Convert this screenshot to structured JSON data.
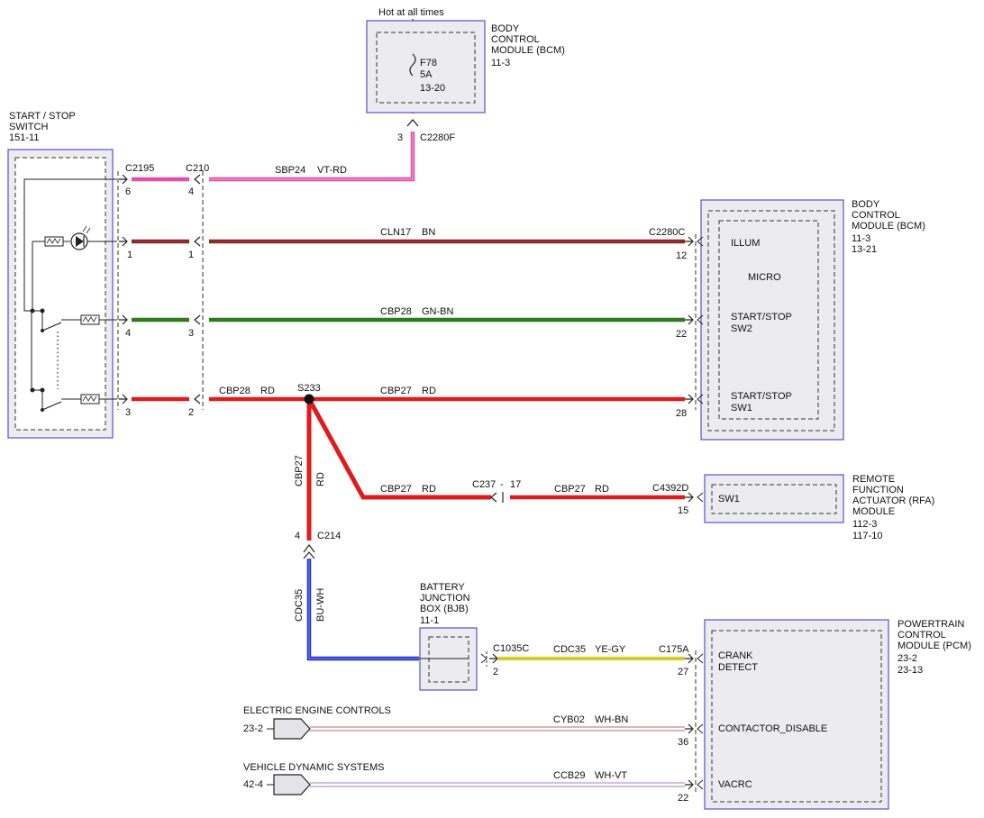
{
  "supply": {
    "label": "Hot at all times"
  },
  "bcm_top": {
    "lines": [
      "BODY",
      "CONTROL",
      "MODULE (BCM)",
      "11-3"
    ],
    "fuse": [
      "F78",
      "5A",
      "13-20"
    ],
    "pin": "3",
    "connector": "C2280F"
  },
  "switch": {
    "lines": [
      "START / STOP",
      "SWITCH",
      "151-11"
    ]
  },
  "bcm_right": {
    "lines": [
      "BODY",
      "CONTROL",
      "MODULE (BCM)",
      "11-3",
      "13-21"
    ],
    "illum": "ILLUM",
    "micro": "MICRO",
    "sw2": [
      "START/STOP",
      "SW2"
    ],
    "sw1": [
      "START/STOP",
      "SW1"
    ]
  },
  "rfa": {
    "lines": [
      "REMOTE",
      "FUNCTION",
      "ACTUATOR (RFA)",
      "MODULE",
      "112-3",
      "117-10"
    ],
    "pin_label": "SW1"
  },
  "bjb": {
    "lines": [
      "BATTERY",
      "JUNCTION",
      "BOX (BJB)",
      "11-1"
    ]
  },
  "pcm": {
    "lines": [
      "POWERTRAIN",
      "CONTROL",
      "MODULE (PCM)",
      "23-2",
      "23-13"
    ],
    "crank": [
      "CRANK",
      "DETECT"
    ],
    "contactor": "CONTACTOR_DISABLE",
    "vacrc": "VACRC"
  },
  "connectors": {
    "c2195": "C2195",
    "c210": "C210",
    "c2280c": "C2280C",
    "s233": "S233",
    "c237": "C237",
    "c237_sep": "-",
    "c237_pin": "17",
    "c4392d": "C4392D",
    "c214": "C214",
    "c1035c": "C1035C",
    "c175a": "C175A"
  },
  "pins": {
    "sw_6": "6",
    "c210_4": "4",
    "sw_1": "1",
    "c210_1": "1",
    "bcm_12": "12",
    "sw_4": "4",
    "c210_3": "3",
    "bcm_22": "22",
    "sw_3": "3",
    "c210_2": "2",
    "bcm_28": "28",
    "rfa_15": "15",
    "c214_4": "4",
    "c1035c_2": "2",
    "pcm_27": "27",
    "pcm_36": "36",
    "pcm_22": "22"
  },
  "wires": {
    "sbp24": {
      "circuit": "SBP24",
      "color_code": "VT-RD",
      "hex": "#e34fa8"
    },
    "cln17": {
      "circuit": "CLN17",
      "color_code": "BN",
      "hex": "#8b2b2b"
    },
    "cbp28_gn": {
      "circuit": "CBP28",
      "color_code": "GN-BN",
      "hex": "#2f7a1f"
    },
    "cbp28_rd": {
      "circuit": "CBP28",
      "color_code": "RD",
      "hex": "#e01b1b"
    },
    "cbp27_bcm": {
      "circuit": "CBP27",
      "color_code": "RD"
    },
    "cbp27_vert": {
      "circuit": "CBP27",
      "color_code": "RD"
    },
    "cbp27_rfa1": {
      "circuit": "CBP27",
      "color_code": "RD"
    },
    "cbp27_rfa2": {
      "circuit": "CBP27",
      "color_code": "RD"
    },
    "cdc35_vert": {
      "circuit": "CDC35",
      "color_code": "BU-WH",
      "hex": "#1f2fd0"
    },
    "cdc35_h": {
      "circuit": "CDC35",
      "color_code": "YE-GY",
      "hex": "#e8e31c"
    },
    "cyb02": {
      "circuit": "CYB02",
      "color_code": "WH-BN"
    },
    "ccb29": {
      "circuit": "CCB29",
      "color_code": "WH-VT"
    }
  },
  "offpage": {
    "eec": {
      "title": "ELECTRIC ENGINE CONTROLS",
      "ref": "23-2"
    },
    "vds": {
      "title": "VEHICLE DYNAMIC SYSTEMS",
      "ref": "42-4"
    }
  }
}
